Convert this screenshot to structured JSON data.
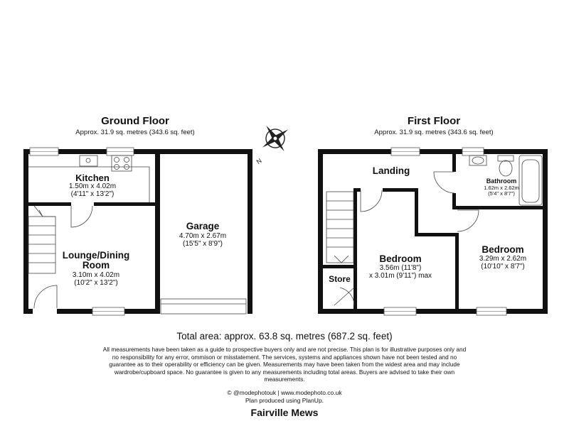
{
  "ground_floor": {
    "title": "Ground Floor",
    "area": "Approx. 31.9 sq. metres (343.6 sq. feet)",
    "kitchen": {
      "name": "Kitchen",
      "dim_m": "1.50m x 4.02m",
      "dim_ft": "(4'11\" x 13'2\")"
    },
    "lounge": {
      "name_line1": "Lounge/Dining",
      "name_line2": "Room",
      "dim_m": "3.10m x 4.02m",
      "dim_ft": "(10'2\" x 13'2\")"
    },
    "garage": {
      "name": "Garage",
      "dim_m": "4.70m x 2.67m",
      "dim_ft": "(15'5\" x 8'9\")"
    }
  },
  "first_floor": {
    "title": "First Floor",
    "area": "Approx. 31.9 sq. metres (343.6 sq. feet)",
    "landing": {
      "name": "Landing"
    },
    "bathroom": {
      "name": "Bathroom",
      "dim_m": "1.62m x 2.62m",
      "dim_ft": "(5'4\" x 8'7\")"
    },
    "bedroom1": {
      "name": "Bedroom",
      "dim_line1": "3.56m (11'8\")",
      "dim_line2": "x 3.01m (9'11\") max"
    },
    "bedroom2": {
      "name": "Bedroom",
      "dim_m": "3.29m x 2.62m",
      "dim_ft": "(10'10\" x 8'7\")"
    },
    "store": {
      "name": "Store"
    }
  },
  "compass": {
    "letter": "N",
    "icon": "compass-icon"
  },
  "total_area": "Total area: approx. 63.8 sq. metres (687.2 sq. feet)",
  "disclaimer": "All measurements have been taken as a guide to prospective buyers only and are not precise. This plan is for illustrative purposes only and no responsibility for any error, ommison or misstatement. The services, systems and appliances shown have not been tested and no guarantee as to their operability or efficiency can be given. Measurements may have been taken from the widest area and may include wardrobe/cupboard space. No guarantee is given to any measurements including total areas. Buyers are advised to take their own measurements.",
  "credit_line1": "© @modephotouk | www.modephoto.co.uk",
  "credit_line2": "Plan produced using PlanUp.",
  "property_name": "Fairville Mews"
}
